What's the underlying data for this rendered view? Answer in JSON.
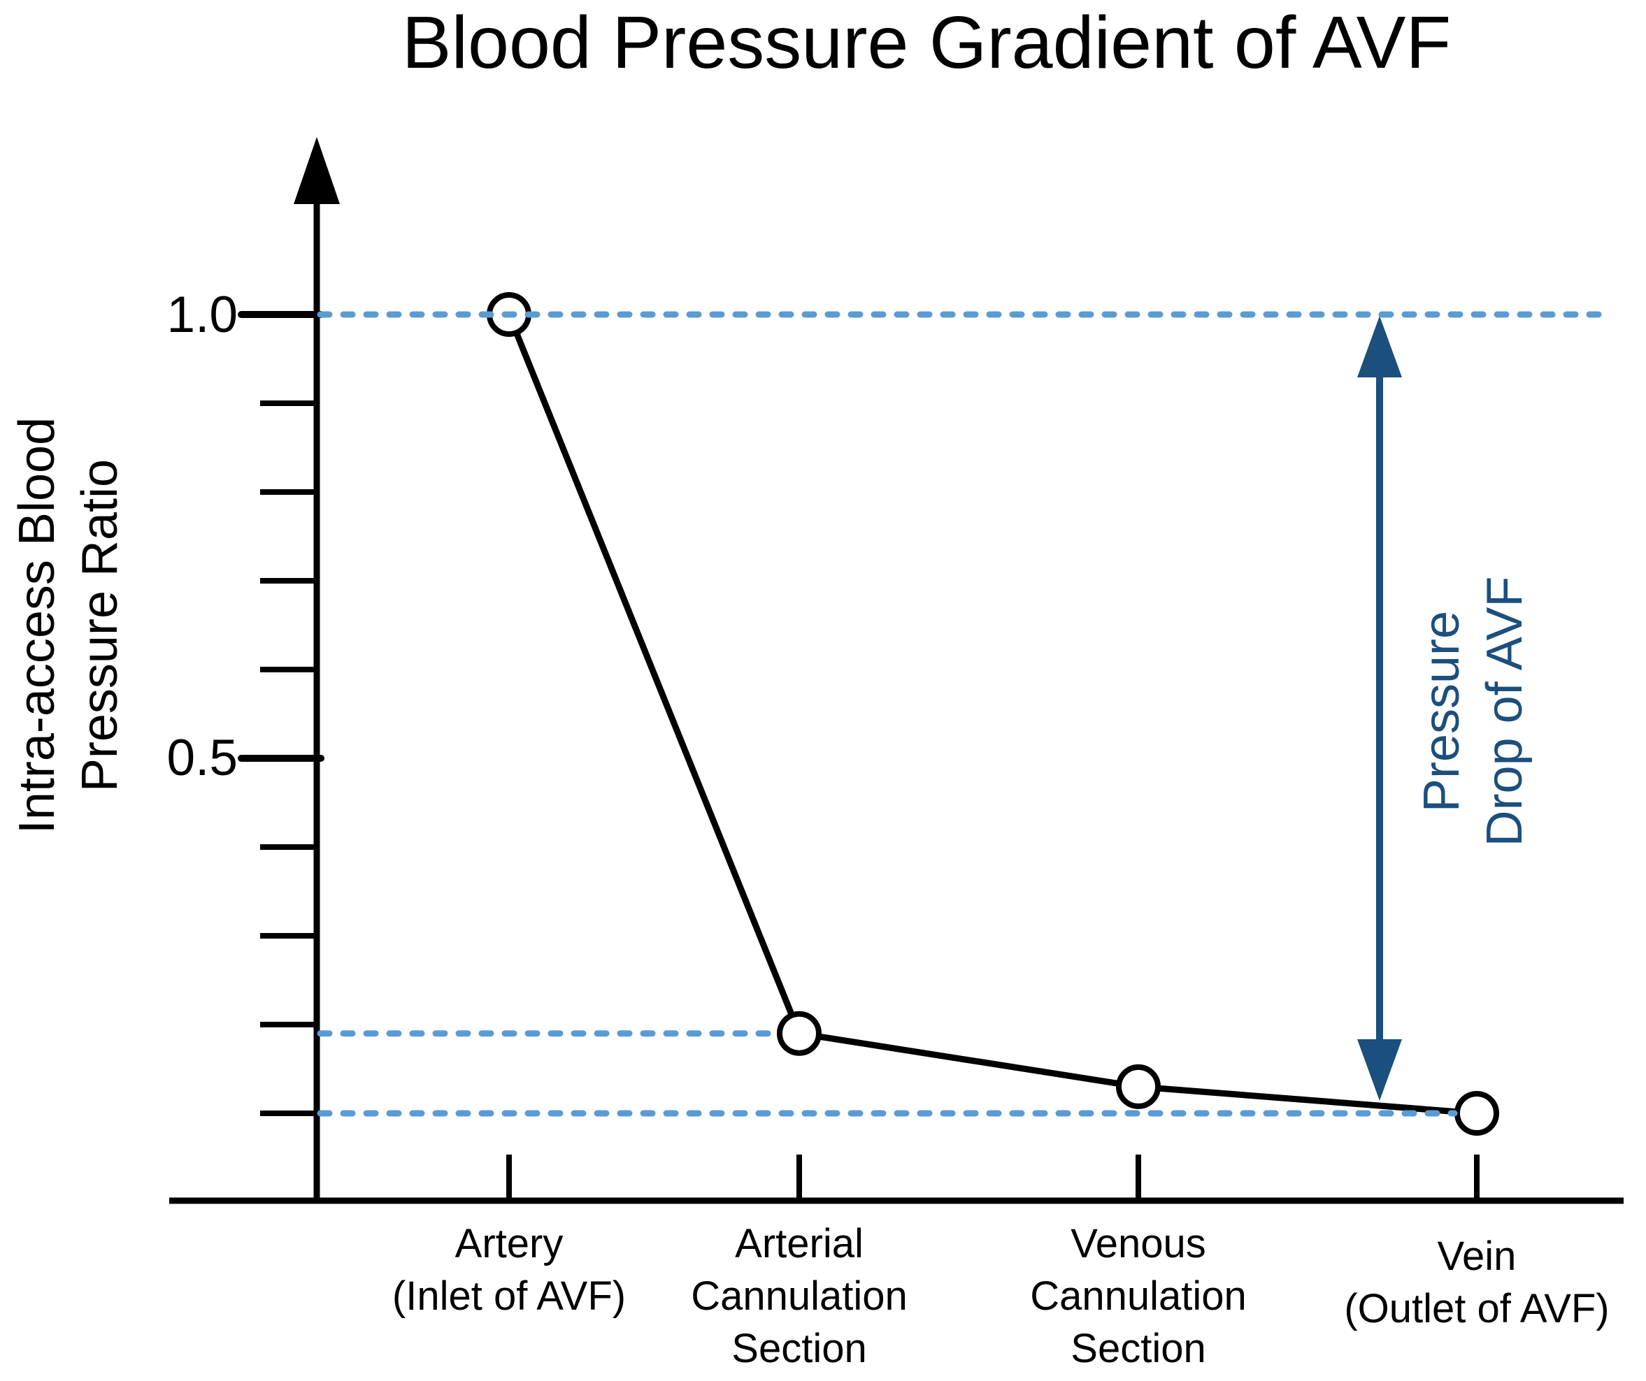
{
  "title": "Blood Pressure Gradient of AVF",
  "y_axis": {
    "label": "Intra-access Blood\nPressure Ratio",
    "ticks": {
      "major": [
        {
          "value": 1.0,
          "label": "1.0"
        },
        {
          "value": 0.5,
          "label": "0.5"
        }
      ],
      "minor": [
        0.9,
        0.8,
        0.7,
        0.6,
        0.4,
        0.3,
        0.2,
        0.1
      ]
    }
  },
  "x_axis": {
    "categories": [
      {
        "label": "Artery\n(Inlet of AVF)"
      },
      {
        "label": "Arterial\nCannulation\nSection"
      },
      {
        "label": "Venous\nCannulation\nSection"
      },
      {
        "label": "Vein\n(Outlet of AVF)"
      }
    ]
  },
  "annotation": {
    "label": "Pressure\nDrop of AVF"
  },
  "colors": {
    "line": "#000000",
    "marker_fill": "#ffffff",
    "guide_dashed": "#5B9BD5",
    "annotation_navy": "#1B4F7E"
  },
  "chart_data": {
    "type": "line",
    "title": "Blood Pressure Gradient of AVF",
    "ylabel": "Intra-access Blood Pressure Ratio",
    "xlabel": "",
    "categories": [
      "Artery (Inlet of AVF)",
      "Arterial Cannulation Section",
      "Venous Cannulation Section",
      "Vein (Outlet of AVF)"
    ],
    "values": [
      1.0,
      0.19,
      0.13,
      0.1
    ],
    "ylim": [
      0,
      1.15
    ],
    "yticks_labeled": [
      1.0,
      0.5
    ],
    "yticks_minor": [
      0.9,
      0.8,
      0.7,
      0.6,
      0.4,
      0.3,
      0.2,
      0.1
    ],
    "marker": "open-circle",
    "grid": false,
    "legend": false,
    "guide_lines": [
      {
        "y": 1.0,
        "style": "dashed",
        "color": "#5B9BD5",
        "extent": "y-axis to right edge"
      },
      {
        "y": 0.19,
        "style": "dashed",
        "color": "#5B9BD5",
        "extent": "y-axis to point 2"
      },
      {
        "y": 0.1,
        "style": "dashed",
        "color": "#5B9BD5",
        "extent": "y-axis to point 4"
      }
    ],
    "annotations": [
      {
        "text": "Pressure Drop of AVF",
        "type": "vertical-double-arrow",
        "from_y": 1.0,
        "to_y": 0.1,
        "color": "#1B4F7E"
      }
    ]
  }
}
